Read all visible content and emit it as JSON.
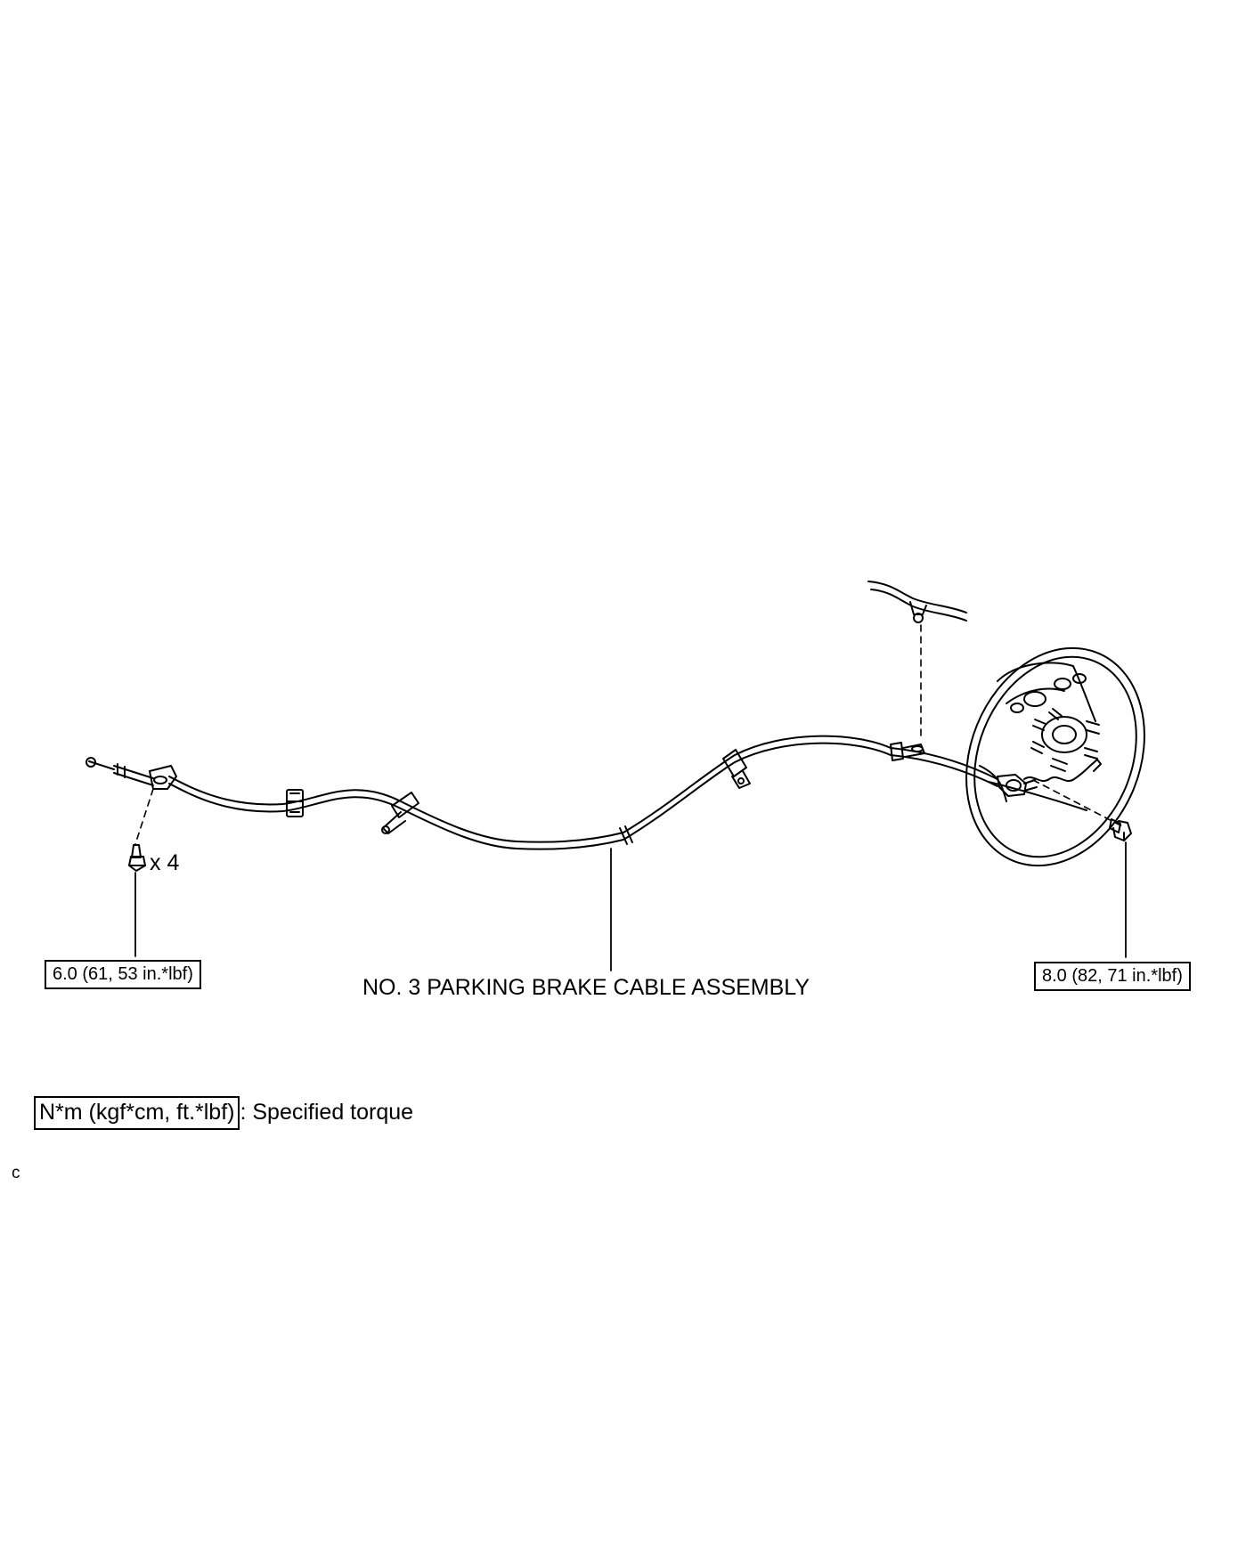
{
  "labels": {
    "torque_left": "6.0 (61, 53 in.*lbf)",
    "torque_right": "8.0 (82, 71 in.*lbf)",
    "bolt_quantity": "x 4",
    "assembly_name": "NO. 3 PARKING BRAKE CABLE ASSEMBLY"
  },
  "legend": {
    "unit_box": "N*m (kgf*cm, ft.*lbf)",
    "description": ": Specified torque"
  },
  "figure_code": "c",
  "colors": {
    "line": "#000000",
    "background": "#ffffff"
  }
}
